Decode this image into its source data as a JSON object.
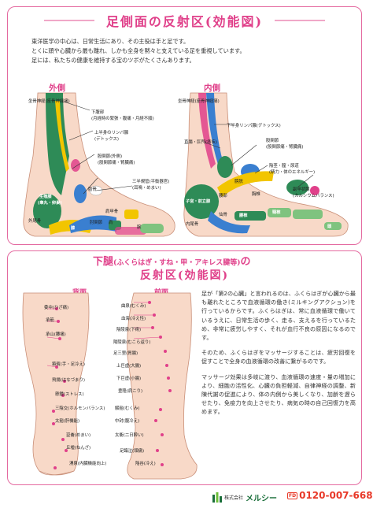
{
  "header": {
    "title": "足側面の反射区(効能図)",
    "intro": [
      "東洋医学の中心は、日常生活にあり、その主役は手と足です。",
      "とくに頭や心臓から最も離れ、しかも全身を黙々と支えている足を重視しています。",
      "足には、私たちの健康を維持する宝のツボがたくさんあります。"
    ]
  },
  "outer_side": {
    "label": "外側",
    "areas": [
      "坐骨神経(座骨神経痛)",
      "下腹部",
      "(月経時の緊張・腹痛・月経不順)",
      "上半身のリンパ腺",
      "(デトックス)",
      "股関節(外側)",
      "(股関節痛・腎臓痛)",
      "三半規管(平衡器官)",
      "(耳鳴・めまい)",
      "生殖腺",
      "(睾丸・卵巣)",
      "外尾骨",
      "肋骨",
      "肩甲骨",
      "膝",
      "肘関節",
      "肩",
      "腕"
    ]
  },
  "inner_side": {
    "label": "内側",
    "areas": [
      "坐骨神経(座骨神経痛)",
      "下半身リンパ腺(デトックス)",
      "直腸・肛門(痔疾)",
      "股関節",
      "(股関節痛・腎臓痛)",
      "陰茎・膣・尿道",
      "(精力・体のエネルギー)",
      "副甲状腺",
      "(カルシウムバランス)",
      "子宮・前立腺",
      "内尾骨",
      "仙骨",
      "腰椎",
      "胸椎",
      "頸椎",
      "膀胱",
      "頭",
      "腰部"
    ]
  },
  "bottom": {
    "title_line1": "下腿",
    "title_paren": "(ふくらはぎ・すね・甲・アキレス腱等)",
    "title_no": "の",
    "title_line2": "反射区(効能図)",
    "back_label": "背面",
    "front_label": "前面",
    "back_points": [
      "委中(ひざ痛)",
      "承筋",
      "承山(腰痛)",
      "築賓(手・足冷え)",
      "飛揚(はなづまり)",
      "懸鍾(ストレス)",
      "三陰交(ホルモンバランス)",
      "太谿(肝機能)",
      "崑崙(めまい)",
      "丘墟(ねんざ)",
      "湧泉(内臓機能向上)"
    ],
    "front_points": [
      "曲泉(むくみ)",
      "血海(冷え性)",
      "陰陵泉(下痢)",
      "陽陵泉(むこら返り)",
      "足三里(胃腸)",
      "上巨虚(大腸)",
      "下巨虚(小腸)",
      "豊隆(肩こり)",
      "解谿(むくみ)",
      "中封(腹冷え)",
      "太衝(二日酔い)",
      "足臨泣(頭痛)",
      "陥谷(冷え)"
    ],
    "paragraphs": [
      "足が「第2の心臓」と言われるのは、ふくらはぎが心臓から最も離れたところで血液循環の働き(ミルキングアクション)を行っているからです。ふくらはぎは、常に血液循環で働いているうえに、日常生活の歩く、走る、支えるを行っているため、非常に疲労しやすく、それが血行不良の原因になるのです。",
      "そのため、ふくらはぎをマッサージすることは、疲労回復を促すことで全身の血液循環の改善に繋がるのです。",
      "マッサージ効果は多岐に渡り、血液循環の速度・量の増加により、細胞の活性化、心臓の負担軽減、自律神経の調整、新陳代謝の促進により、体の内側から美しくなり、加齢を遅らせたり、免疫力を向上させたり、病気の時の自己回復力を高めます。"
    ]
  },
  "footer": {
    "company": "株式会社",
    "brand": "メルシー",
    "freedial": "FD",
    "phone": "0120-007-668"
  },
  "colors": {
    "accent": "#e0408a",
    "frame": "#e46aa0",
    "skin": "#f8d9c8",
    "green": "#2e8b57",
    "yellow": "#f2c500",
    "blue": "#3a7fd0"
  }
}
